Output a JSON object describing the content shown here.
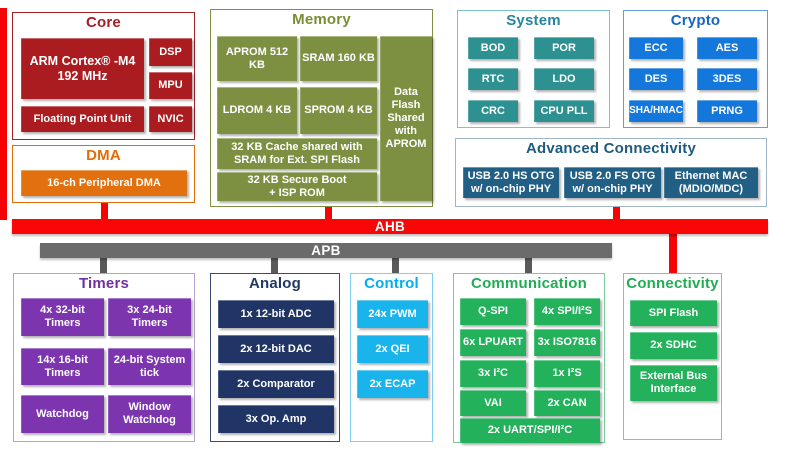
{
  "buses": {
    "ahb_label": "AHB",
    "apb_label": "APB"
  },
  "core": {
    "title": "Core",
    "cpu_line1": "ARM Cortex® -M4",
    "cpu_line2": "192 MHz",
    "dsp": "DSP",
    "mpu": "MPU",
    "fpu": "Floating Point Unit",
    "nvic": "NVIC"
  },
  "dma": {
    "title": "DMA",
    "pdma": "16-ch Peripheral DMA"
  },
  "memory": {
    "title": "Memory",
    "aprom": "APROM 512 KB",
    "sram": "SRAM 160 KB",
    "ldrom": "LDROM 4 KB",
    "sprom": "SPROM 4 KB",
    "cache_l1": "32 KB Cache shared with",
    "cache_l2": "SRAM for Ext. SPI Flash",
    "boot_l1": "32 KB Secure Boot",
    "boot_l2": "+ ISP ROM",
    "data_flash": "Data Flash Shared with APROM"
  },
  "system": {
    "title": "System",
    "items": [
      "BOD",
      "POR",
      "RTC",
      "LDO",
      "CRC",
      "CPU PLL"
    ]
  },
  "crypto": {
    "title": "Crypto",
    "items": [
      "ECC",
      "AES",
      "DES",
      "3DES",
      "SHA/HMAC",
      "PRNG"
    ]
  },
  "adv_connectivity": {
    "title": "Advanced Connectivity",
    "usb_hs": "USB 2.0 HS OTG w/ on-chip PHY",
    "usb_fs": "USB 2.0 FS OTG w/ on-chip PHY",
    "ethernet": "Ethernet MAC (MDIO/MDC)"
  },
  "timers": {
    "title": "Timers",
    "items": [
      "4x 32-bit Timers",
      "3x 24-bit Timers",
      "14x 16-bit Timers",
      "24-bit System tick",
      "Watchdog",
      "Window Watchdog"
    ]
  },
  "analog": {
    "title": "Analog",
    "items": [
      "1x 12-bit ADC",
      "2x 12-bit DAC",
      "2x Comparator",
      "3x Op. Amp"
    ]
  },
  "control": {
    "title": "Control",
    "items": [
      "24x PWM",
      "2x QEI",
      "2x ECAP"
    ]
  },
  "communication": {
    "title": "Communication",
    "items": [
      "Q-SPI",
      "4x SPI/I²S",
      "6x LPUART",
      "3x ISO7816",
      "3x I²C",
      "1x I²S",
      "VAI",
      "2x CAN",
      "2x UART/SPI/I²C"
    ]
  },
  "connectivity": {
    "title": "Connectivity",
    "items": [
      "SPI Flash",
      "2x SDHC",
      "External Bus Interface"
    ]
  },
  "colors": {
    "core_red": "#aa1c1f",
    "dma_orange": "#e2700e",
    "memory_olive": "#7d9041",
    "system_teal": "#2e9191",
    "crypto_blue": "#1377dc",
    "adv_connectivity_steel": "#215f85",
    "ahb_red": "#f90606",
    "apb_gray": "#6b6b6b",
    "timers_purple": "#7c35af",
    "analog_navy": "#203565",
    "control_cyan": "#1ab4ec",
    "comm_green": "#23b25b"
  }
}
